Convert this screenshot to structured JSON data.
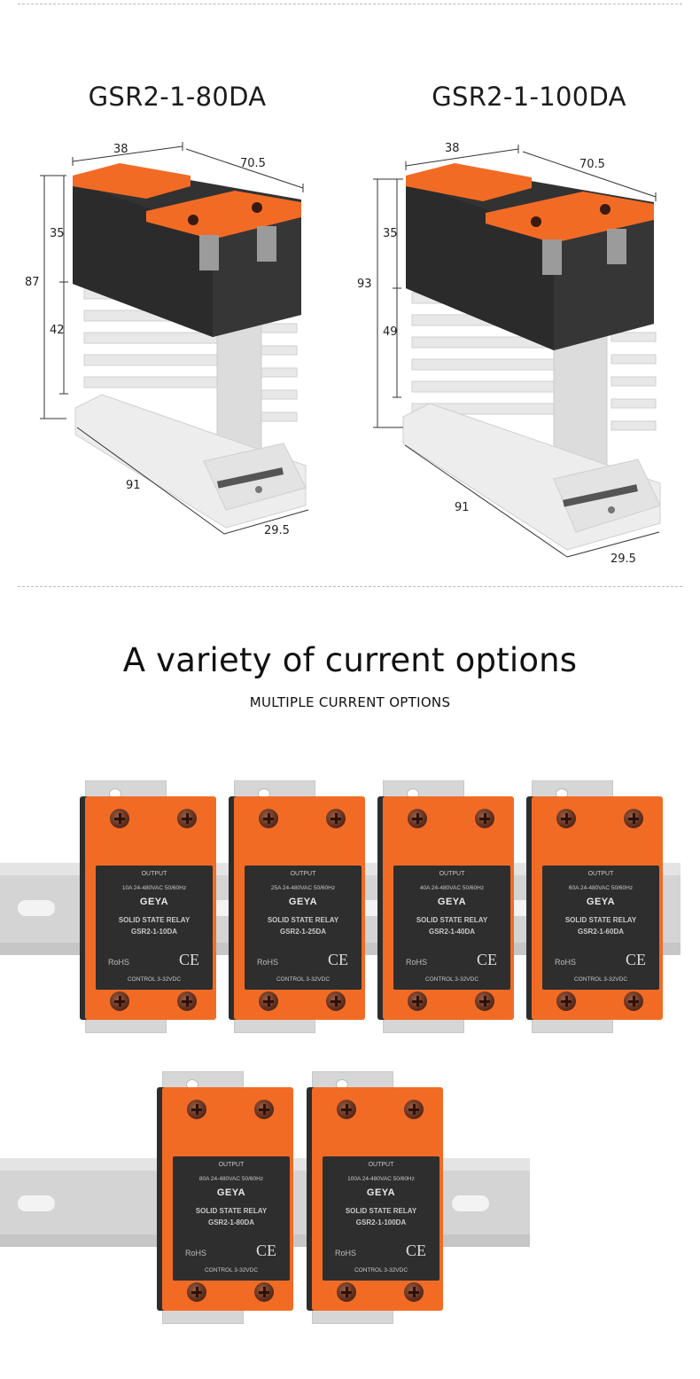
{
  "dimension_section": {
    "models": [
      {
        "title": "GSR2-1-80DA",
        "dims": {
          "top_depth": "38",
          "top_width": "70.5",
          "total_height": "87",
          "upper_height": "35",
          "lower_height": "42",
          "base_length": "91",
          "base_width": "29.5"
        }
      },
      {
        "title": "GSR2-1-100DA",
        "dims": {
          "top_depth": "38",
          "top_width": "70.5",
          "total_height": "93",
          "upper_height": "35",
          "lower_height": "49",
          "base_length": "91",
          "base_width": "29.5"
        }
      }
    ]
  },
  "options_section": {
    "headline": "A variety of current options",
    "subheadline": "MULTIPLE CURRENT OPTIONS"
  },
  "relays": [
    {
      "output_label": "OUTPUT",
      "rating": "10A 24-480VAC 50/60Hz",
      "logo": "GEYA",
      "type": "SOLID STATE RELAY",
      "model": "GSR2-1-10DA",
      "rohs": "RoHS",
      "ce": "CE",
      "control": "CONTROL  3-32VDC"
    },
    {
      "output_label": "OUTPUT",
      "rating": "25A 24-480VAC 50/60Hz",
      "logo": "GEYA",
      "type": "SOLID STATE RELAY",
      "model": "GSR2-1-25DA",
      "rohs": "RoHS",
      "ce": "CE",
      "control": "CONTROL  3-32VDC"
    },
    {
      "output_label": "OUTPUT",
      "rating": "40A 24-480VAC 50/60Hz",
      "logo": "GEYA",
      "type": "SOLID STATE RELAY",
      "model": "GSR2-1-40DA",
      "rohs": "RoHS",
      "ce": "CE",
      "control": "CONTROL  3-32VDC"
    },
    {
      "output_label": "OUTPUT",
      "rating": "60A 24-480VAC 50/60Hz",
      "logo": "GEYA",
      "type": "SOLID STATE RELAY",
      "model": "GSR2-1-60DA",
      "rohs": "RoHS",
      "ce": "CE",
      "control": "CONTROL  3-32VDC"
    },
    {
      "output_label": "OUTPUT",
      "rating": "80A 24-480VAC 50/60Hz",
      "logo": "GEYA",
      "type": "SOLID STATE RELAY",
      "model": "GSR2-1-80DA",
      "rohs": "RoHS",
      "ce": "CE",
      "control": "CONTROL  3-32VDC"
    },
    {
      "output_label": "OUTPUT",
      "rating": "100A 24-480VAC 50/60Hz",
      "logo": "GEYA",
      "type": "SOLID STATE RELAY",
      "model": "GSR2-1-100DA",
      "rohs": "RoHS",
      "ce": "CE",
      "control": "CONTROL  3-32VDC"
    }
  ],
  "colors": {
    "relay_orange": "#f26b25",
    "relay_body": "#2e2e2e",
    "heatsink": "#e6e6e6",
    "rail": "#d4d4d4"
  }
}
